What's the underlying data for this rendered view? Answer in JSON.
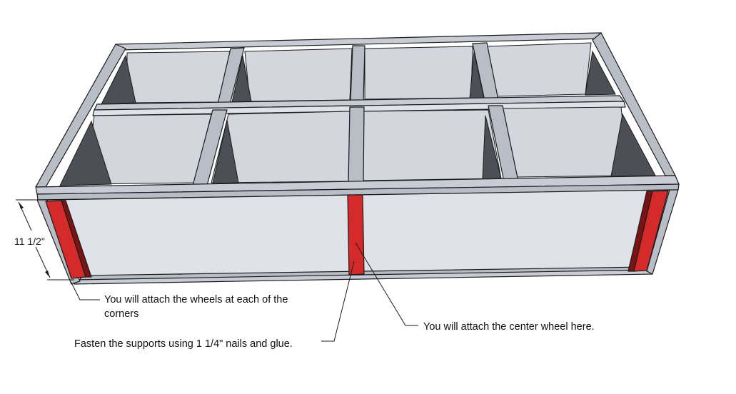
{
  "diagram": {
    "dimension_label": "11 1/2\"",
    "callouts": {
      "corners_line1": "You will attach the wheels at each of the",
      "corners_line2": "corners",
      "supports": "Fasten the supports using 1 1/4\" nails and glue.",
      "center": "You will attach the center wheel here."
    },
    "colors": {
      "panel": "#d3d6dd",
      "panel_light": "#dfe2e8",
      "frame": "#b9bdc6",
      "frame_top": "#c9ccd4",
      "shadow": "#4c4f55",
      "support": "#d52a2a",
      "support_dark": "#7a1414",
      "edge": "#1b1b1b"
    }
  }
}
